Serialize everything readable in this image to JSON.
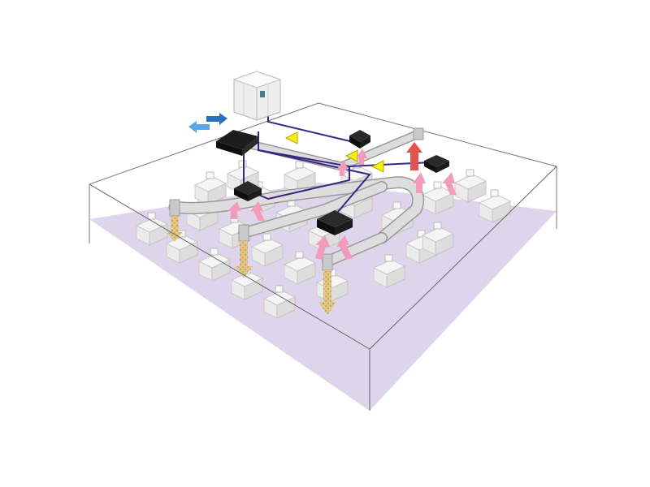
{
  "diagram": {
    "kind": "office HVAC / ventilation isometric illustration",
    "elements": {
      "outdoor_unit": "outdoor-condenser-unit",
      "ventilation_unit": "heat-recovery-ventilation-unit",
      "ceiling_units": [
        "ceiling-cassette-unit-1",
        "ceiling-cassette-unit-2",
        "ceiling-cassette-unit-3",
        "ceiling-cassette-unit-4"
      ],
      "ducts": [
        "supply-duct-main",
        "supply-duct-branch",
        "exhaust-duct"
      ],
      "flow_indicators": [
        "outside-air-arrows",
        "supply-air-flows",
        "return-air-arrow",
        "cool-air-arrows",
        "direction-arrows"
      ]
    }
  },
  "colors": {
    "floor": "#ded4ec",
    "wall_line": "#777777",
    "duct": "#d8d8d8",
    "duct_edge": "#9a9a9a",
    "refrigerant_line": "#3b2486",
    "cool_air": "#f29bbb",
    "return_air": "#e2534f",
    "fresh_air": "#3d8fd8",
    "supply_air": "#e8c070",
    "direction_arrow": "#f4ee14",
    "unit_black": "#151515",
    "furniture": "#ebebeb"
  }
}
